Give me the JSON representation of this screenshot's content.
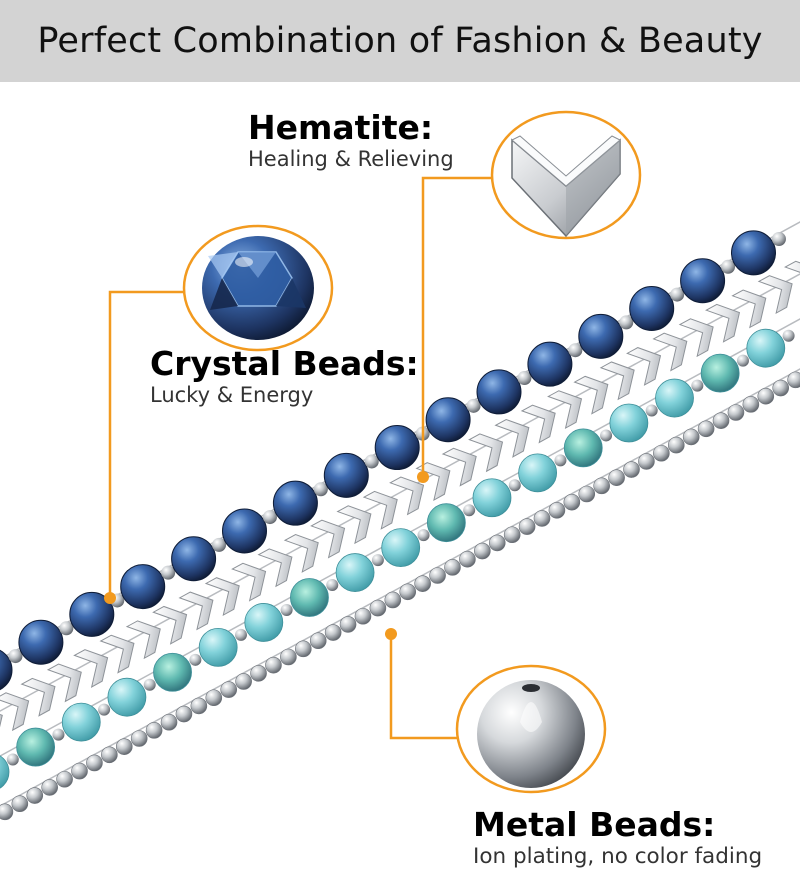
{
  "banner": {
    "title": "Perfect Combination of Fashion & Beauty"
  },
  "callouts": {
    "hematite": {
      "title": "Hematite:",
      "subtitle": "Healing & Relieving"
    },
    "crystal": {
      "title": "Crystal Beads:",
      "subtitle": "Lucky & Energy"
    },
    "metal": {
      "title": "Metal Beads:",
      "subtitle": "Ion plating, no color fading"
    }
  },
  "colors": {
    "banner_background": "#d3d3d3",
    "callout_accent": "#f29a1f",
    "crystal_blue": "#2a4f86",
    "aqua_bead": "#7fd3dc",
    "silver": "#c8ccd0"
  }
}
